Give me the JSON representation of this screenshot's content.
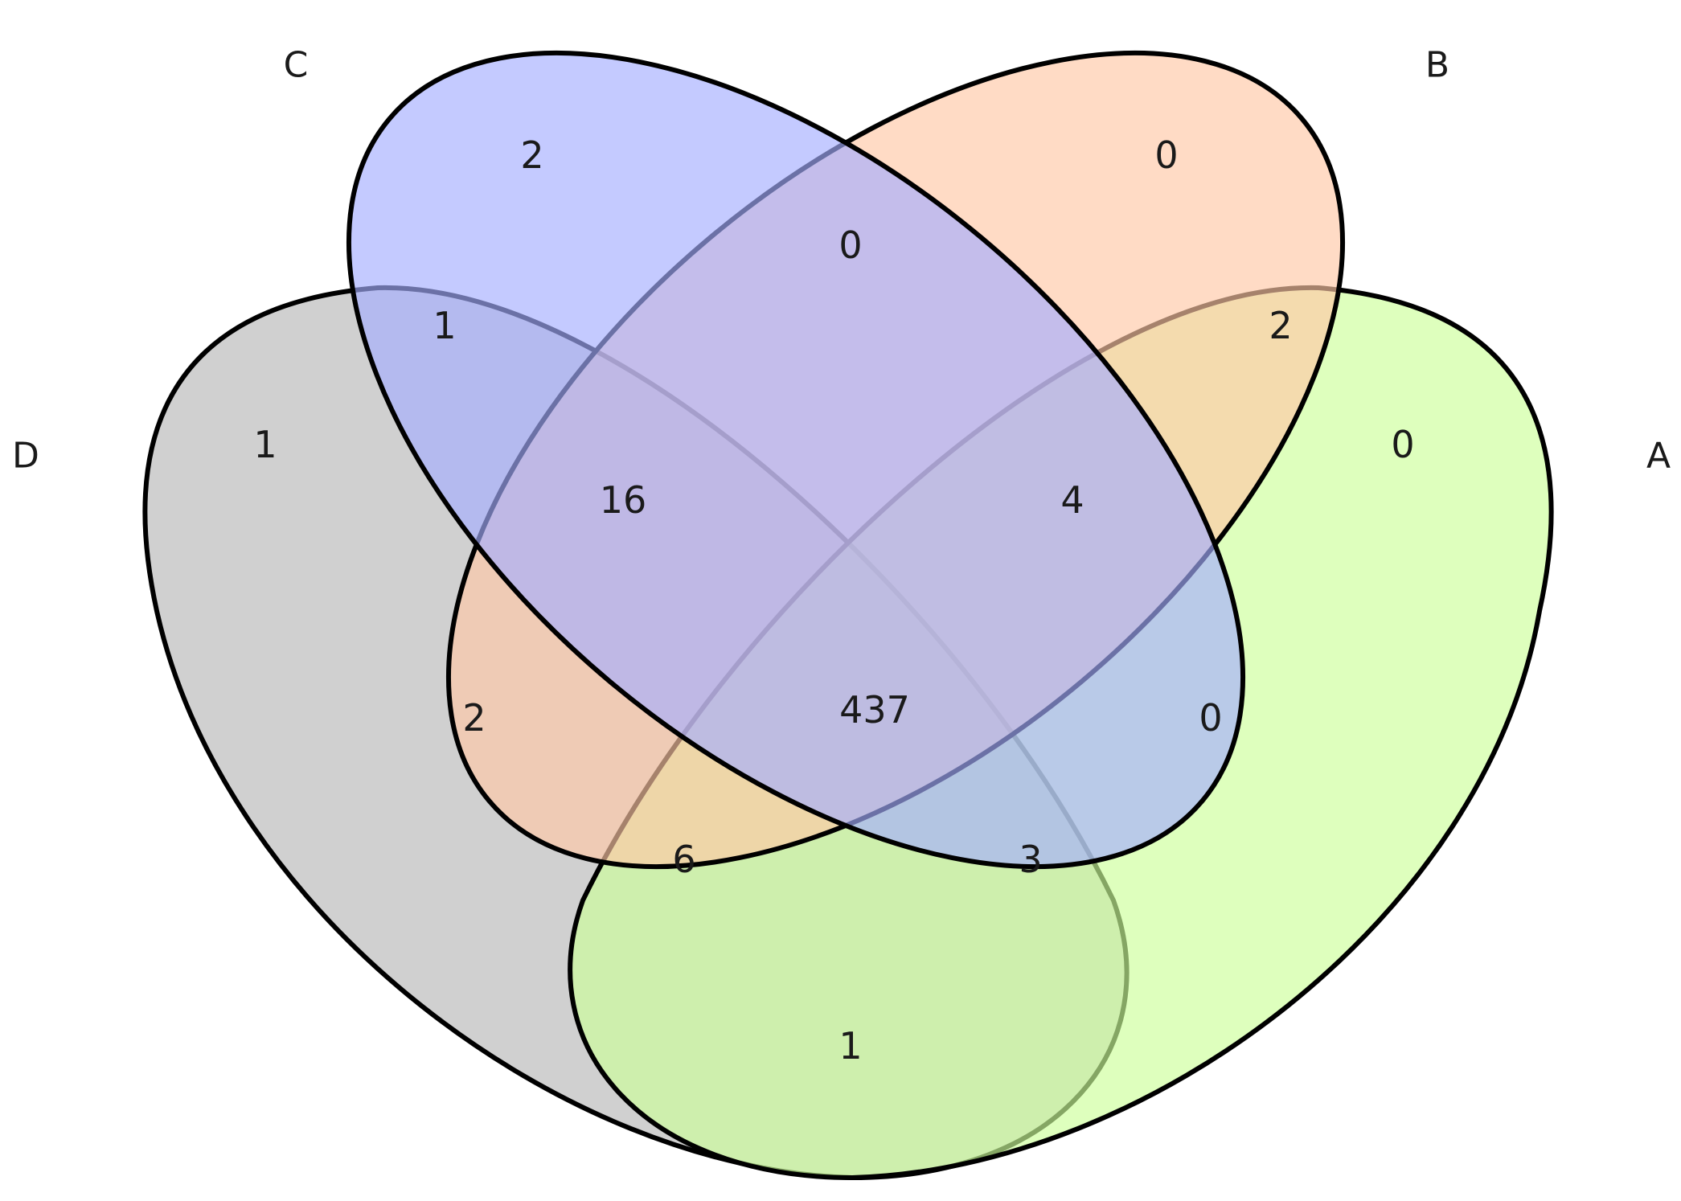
{
  "diagram": {
    "type": "venn",
    "sets": [
      {
        "id": "A",
        "label": "A",
        "color": "#ccff99"
      },
      {
        "id": "B",
        "label": "B",
        "color": "#ffc8a6"
      },
      {
        "id": "C",
        "label": "C",
        "color": "#a5aeff"
      },
      {
        "id": "D",
        "label": "D",
        "color": "#b7b7b7"
      }
    ],
    "regions": {
      "C_only": "2",
      "B_only": "0",
      "B_C": "0",
      "C_D": "1",
      "A_B": "2",
      "D_only": "1",
      "A_only": "0",
      "B_C_D": "16",
      "A_B_C": "4",
      "B_D": "2",
      "A_B_C_D": "437",
      "A_C": "0",
      "A_B_D": "6",
      "A_C_D": "3",
      "A_D": "1"
    }
  }
}
